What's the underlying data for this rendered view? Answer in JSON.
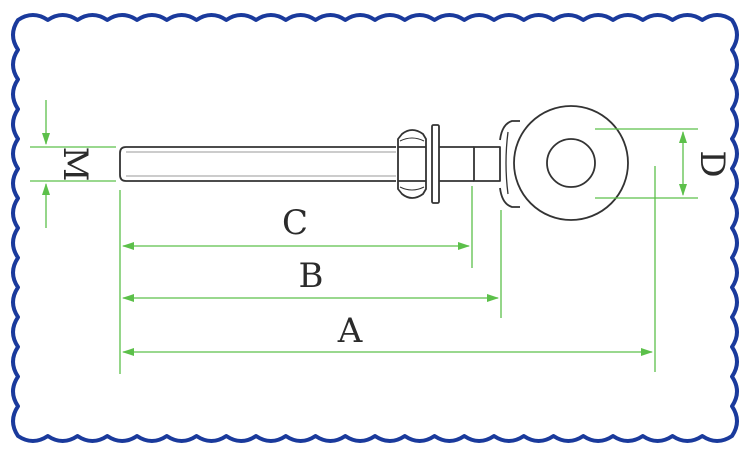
{
  "colors": {
    "frame": "#1a3a9c",
    "part_stroke": "#333333",
    "dimension": "#5cc04a",
    "background": "#ffffff"
  },
  "labels": {
    "a": "A",
    "b": "B",
    "c": "C",
    "d": "D",
    "m": "M"
  }
}
